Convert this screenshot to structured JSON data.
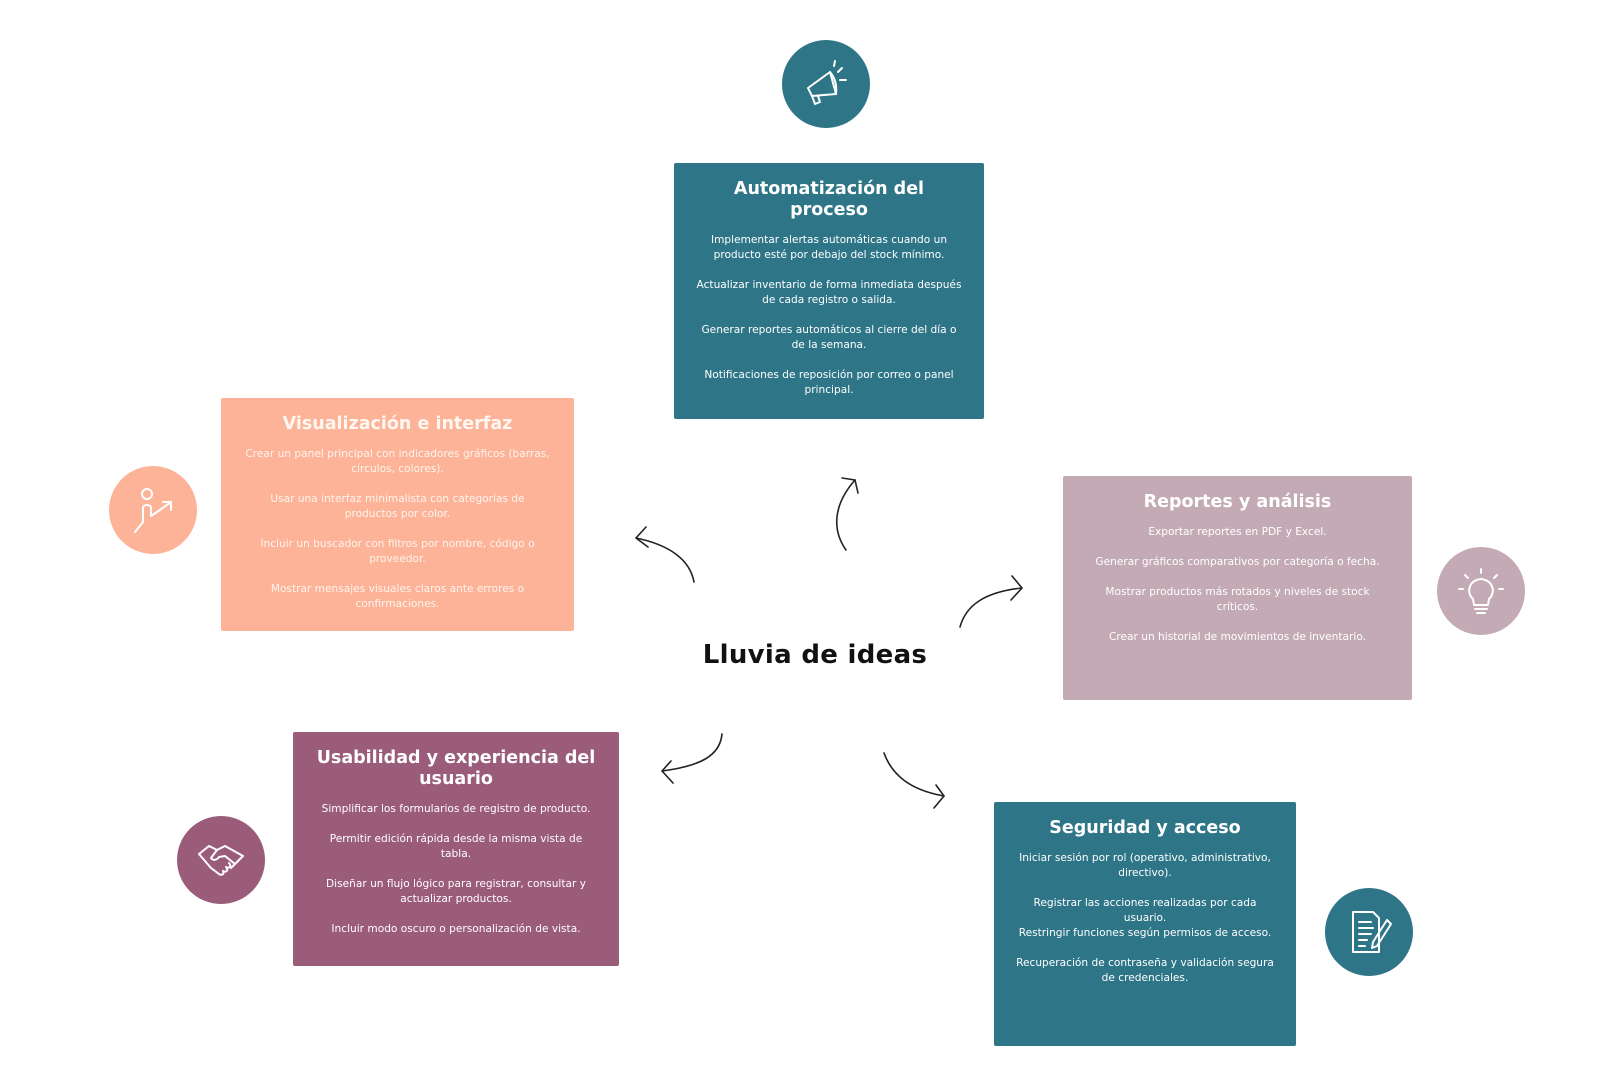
{
  "title": "Lluvia de ideas",
  "colors": {
    "teal": "#2d7587",
    "peach": "#fdb398",
    "mauve": "#c3aab5",
    "plum": "#9b5c79"
  },
  "boxes": {
    "automatizacion": {
      "title": "Automatización del proceso",
      "icon": "megaphone-icon",
      "items": [
        "Implementar alertas automáticas cuando un producto esté por debajo del stock mínimo.",
        "Actualizar inventario de forma inmediata después de cada registro o salida.",
        "Generar reportes automáticos al cierre del día o de la semana.",
        "Notificaciones de reposición por correo o panel principal."
      ]
    },
    "visualizacion": {
      "title": "Visualización e interfaz",
      "icon": "growth-person-icon",
      "items": [
        "Crear un panel principal con indicadores gráficos (barras, círculos, colores).",
        "Usar una interfaz minimalista con categorías de productos por color.",
        "Incluir un buscador con filtros por nombre, código o proveedor.",
        "Mostrar mensajes visuales claros ante errores o confirmaciones."
      ]
    },
    "reportes": {
      "title": "Reportes y análisis",
      "icon": "lightbulb-icon",
      "items": [
        "Exportar reportes en PDF y Excel.",
        "Generar gráficos comparativos por categoría o fecha.",
        "Mostrar productos más rotados y niveles de stock críticos.",
        "Crear un historial de movimientos de inventario."
      ]
    },
    "usabilidad": {
      "title": "Usabilidad y experiencia del usuario",
      "icon": "handshake-icon",
      "items": [
        "Simplificar los formularios de registro de producto.",
        "Permitir edición rápida desde la misma vista de tabla.",
        "Diseñar un flujo lógico para registrar, consultar y actualizar productos.",
        "Incluir modo oscuro o personalización de vista."
      ]
    },
    "seguridad": {
      "title": "Seguridad y acceso",
      "icon": "document-edit-icon",
      "items": [
        "Iniciar sesión por rol (operativo, administrativo, directivo).",
        "Registrar las acciones realizadas por cada usuario.",
        "Restringir funciones según permisos de acceso.",
        "Recuperación de contraseña y validación segura de credenciales."
      ]
    }
  }
}
